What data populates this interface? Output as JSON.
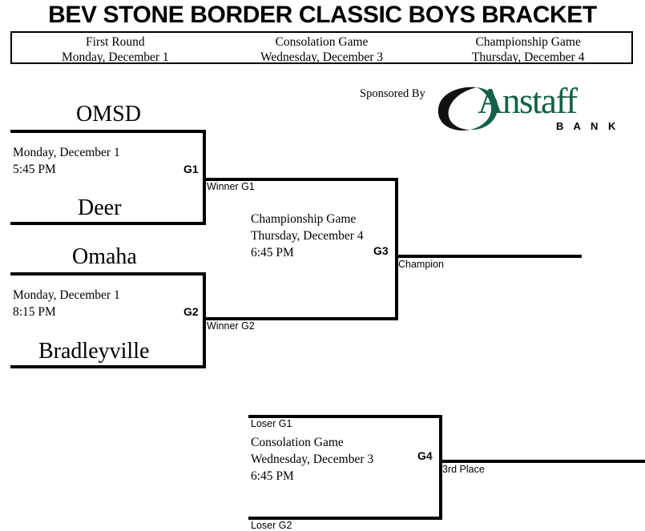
{
  "title": "BEV STONE BORDER CLASSIC BOYS BRACKET",
  "rounds": [
    {
      "name": "First Round",
      "date": "Monday, December 1"
    },
    {
      "name": "Consolation Game",
      "date": "Wednesday, December 3"
    },
    {
      "name": "Championship Game",
      "date": "Thursday, December 4"
    }
  ],
  "sponsor": {
    "label": "Sponsored By",
    "name": "Anstaff",
    "subtitle": "B A N K",
    "brand_color": "#15604a",
    "swoosh_color": "#111111"
  },
  "bracket": {
    "games": [
      {
        "code": "G1",
        "top_team": "OMSD",
        "bottom_team": "Deer",
        "date": "Monday, December 1",
        "time": "5:45 PM",
        "output_caption": "Winner G1"
      },
      {
        "code": "G2",
        "top_team": "Omaha",
        "bottom_team": "Bradleyville",
        "date": "Monday, December 1",
        "time": "8:15 PM",
        "output_caption": "Winner G2"
      },
      {
        "code": "G3",
        "name": "Championship Game",
        "date": "Thursday, December 4",
        "time": "6:45 PM",
        "top_feed": "Winner G1",
        "bottom_feed": "Winner G2",
        "output_caption": "Champion"
      },
      {
        "code": "G4",
        "name": "Consolation Game",
        "date": "Wednesday, December 3",
        "time": "6:45 PM",
        "top_feed": "Loser G1",
        "bottom_feed": "Loser G2",
        "output_caption": "3rd Place"
      }
    ]
  }
}
